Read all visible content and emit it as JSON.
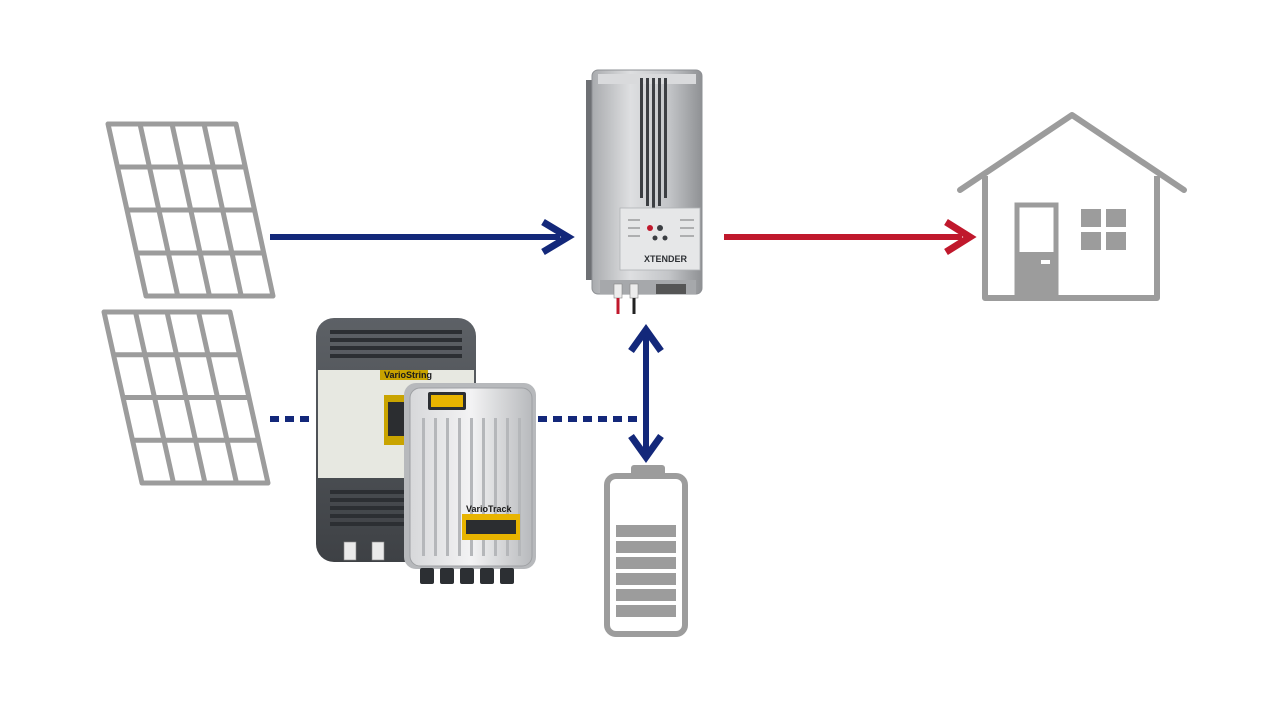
{
  "colors": {
    "background": "#ffffff",
    "icon_gray": "#9c9c9c",
    "dc_flow_blue": "#13287a",
    "ac_flow_red": "#c0182c",
    "device_silver": "#c9c9cb",
    "device_dark": "#4e5257",
    "brand_yellow": "#e8b400"
  },
  "icons": {
    "pv_panel_top": "solar-panel-icon",
    "pv_panel_bottom": "solar-panel-icon",
    "house": "house-icon",
    "battery": "battery-icon"
  },
  "devices": {
    "inverter": {
      "label": "XTENDER"
    },
    "string_controller": {
      "label": "VarioString"
    },
    "track_controller": {
      "label": "VarioTrack"
    }
  },
  "battery": {
    "charge_bars": 6
  },
  "flows": [
    {
      "from": "pv-array-top",
      "to": "inverter",
      "kind": "dc",
      "style": "solid",
      "color": "#13287a"
    },
    {
      "from": "inverter",
      "to": "house",
      "kind": "ac",
      "style": "solid",
      "color": "#c0182c"
    },
    {
      "from": "inverter",
      "to": "battery",
      "kind": "dc",
      "style": "bidirectional",
      "color": "#13287a"
    },
    {
      "from": "pv-array-bottom",
      "to": "battery-bus",
      "kind": "dc",
      "style": "dotted",
      "color": "#13287a"
    }
  ]
}
